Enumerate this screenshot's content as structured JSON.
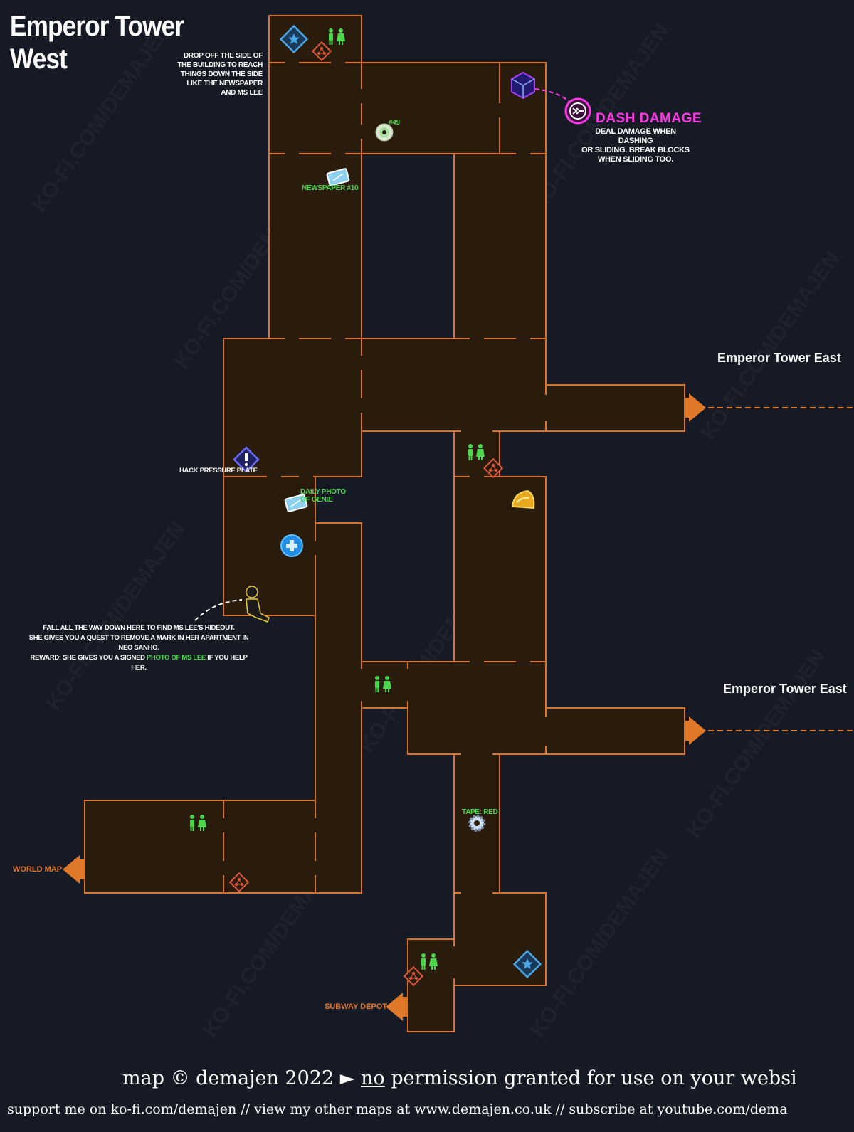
{
  "map": {
    "title_line1": "Emperor Tower",
    "title_line2": "West"
  },
  "notes": {
    "drop_off": "DROP OFF THE SIDE OF THE BUILDING TO REACH THINGS DOWN THE SIDE LIKE THE NEWSPAPER AND MS LEE",
    "hack_plate": "HACK PRESSURE PLATE",
    "ms_lee_line1": "FALL ALL THE WAY DOWN HERE TO FIND MS LEE'S HIDEOUT.",
    "ms_lee_line2": "SHE GIVES YOU A QUEST TO REMOVE A MARK IN HER APARTMENT IN NEO SANHO.",
    "ms_lee_line3_a": "REWARD: SHE GIVES YOU A SIGNED ",
    "ms_lee_line3_b": "PHOTO OF MS LEE",
    "ms_lee_line3_c": " IF YOU HELP HER."
  },
  "items": {
    "disc": "#49",
    "newspaper": "NEWSPAPER #10",
    "daily_photo_line1": "DAILY PHOTO",
    "daily_photo_line2": "OF GENIE",
    "tape": "TAPE: RED"
  },
  "ability": {
    "name": "DASH DAMAGE",
    "desc_line1": "DEAL DAMAGE WHEN DASHING",
    "desc_line2": "OR SLIDING. BREAK BLOCKS",
    "desc_line3": "WHEN SLIDING TOO."
  },
  "exits": {
    "east_1": "Emperor Tower East",
    "east_2": "Emperor Tower East",
    "world_map": "WORLD MAP",
    "subway": "SUBWAY DEPOT"
  },
  "footer": {
    "line1_a": "map © demajen 2022 ► ",
    "line1_b": "no",
    "line1_c": " permission granted for use on your websi",
    "line2": "support me on ko-fi.com/demajen // view my other maps at www.demajen.co.uk // subscribe at youtube.com/dema"
  },
  "watermark": "KO-FI.COM/DEMAJEN",
  "colors": {
    "background": "#161a25",
    "room_fill": "#2a1c0c",
    "room_wall": "#d9732a",
    "toilet_green": "#4bd64b",
    "ability_magenta": "#ff38e8",
    "exit_orange": "#e0782a"
  },
  "icons": [
    "save-star-icon",
    "toilet-icon",
    "teleport-diamond-icon",
    "cube-upgrade-icon",
    "dash-ability-icon",
    "disc-icon",
    "newspaper-icon",
    "hack-plate-icon",
    "health-plus-icon",
    "ms-lee-character-icon",
    "golden-helmet-icon",
    "tape-gear-icon",
    "exit-arrow-icon"
  ]
}
